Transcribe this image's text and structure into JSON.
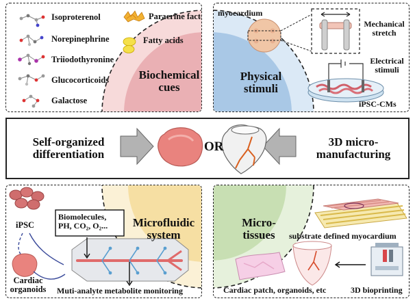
{
  "biochemical": {
    "molecules": [
      "Isoproterenol",
      "Norepinephrine",
      "Triiodothyronine",
      "Glucocorticoids",
      "Galactose"
    ],
    "factors": [
      "Paracrine factors",
      "Fatty acids"
    ],
    "title_line1": "Biochemical",
    "title_line2": "cues"
  },
  "physical": {
    "myocardium": "myocardium",
    "mechanical_line1": "Mechanical",
    "mechanical_line2": "stretch",
    "electrical_line1": "Electrical",
    "electrical_line2": "stimuli",
    "title_line1": "Physical",
    "title_line2": "stimuli",
    "cells": "iPSC-CMs"
  },
  "middle": {
    "left_line1": "Self-organized",
    "left_line2": "differentiation",
    "or": "OR",
    "right_line1": "3D micro-",
    "right_line2": "manufacturing"
  },
  "microfluidic": {
    "ipsc": "iPSC",
    "organoids_line1": "Cardiac",
    "organoids_line2": "organoids",
    "box_line1": "Biomolecules,",
    "box_line2": "PH, CO₂, O₂...",
    "title_line1": "Microfluidic",
    "title_line2": "system",
    "monitoring": "Muti-analyte metabolite monitoring"
  },
  "microtissues": {
    "title_line1": "Micro-",
    "title_line2": "tissues",
    "substrate": "substrate defined myocardium",
    "patch": "Cardiac patch, organoids, etc",
    "bioprinting": "3D bioprinting"
  }
}
